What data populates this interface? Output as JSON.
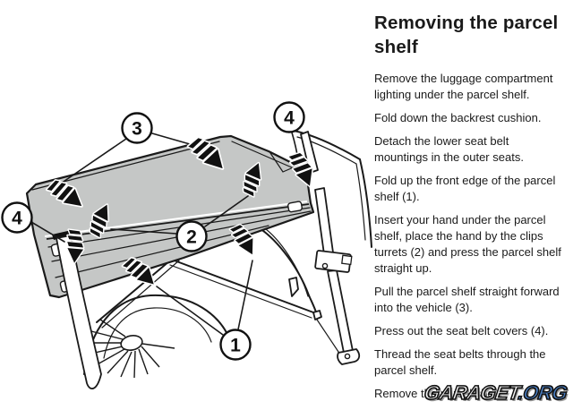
{
  "document": {
    "title": "Removing the parcel\nshelf",
    "paragraphs": [
      "Remove the luggage compartment\nlighting under the parcel shelf.",
      "Fold down the backrest cushion.",
      "Detach the lower seat belt\nmountings in the outer seats.",
      "Fold up the front edge of the parcel\nshelf (1).",
      "Insert your hand under the parcel\nshelf, place the hand by the clips\nturrets (2) and press the parcel shelf\nstraight up.",
      "Pull the parcel shelf straight forward\ninto the vehicle (3).",
      "Press out the seat belt covers (4).",
      "Thread the seat belts through the\nparcel shelf.",
      "Remove the parcel shelf."
    ]
  },
  "diagram": {
    "callouts": {
      "one": "1",
      "two": "2",
      "three": "3",
      "four_left": "4",
      "four_right": "4"
    },
    "colors": {
      "shelf_fill": "#c5c7c6",
      "line": "#1a1a1a"
    }
  },
  "watermark": {
    "text_main": "GARAGET",
    "text_suffix": ".ORG",
    "suffix_color": "#4a7fc4"
  }
}
